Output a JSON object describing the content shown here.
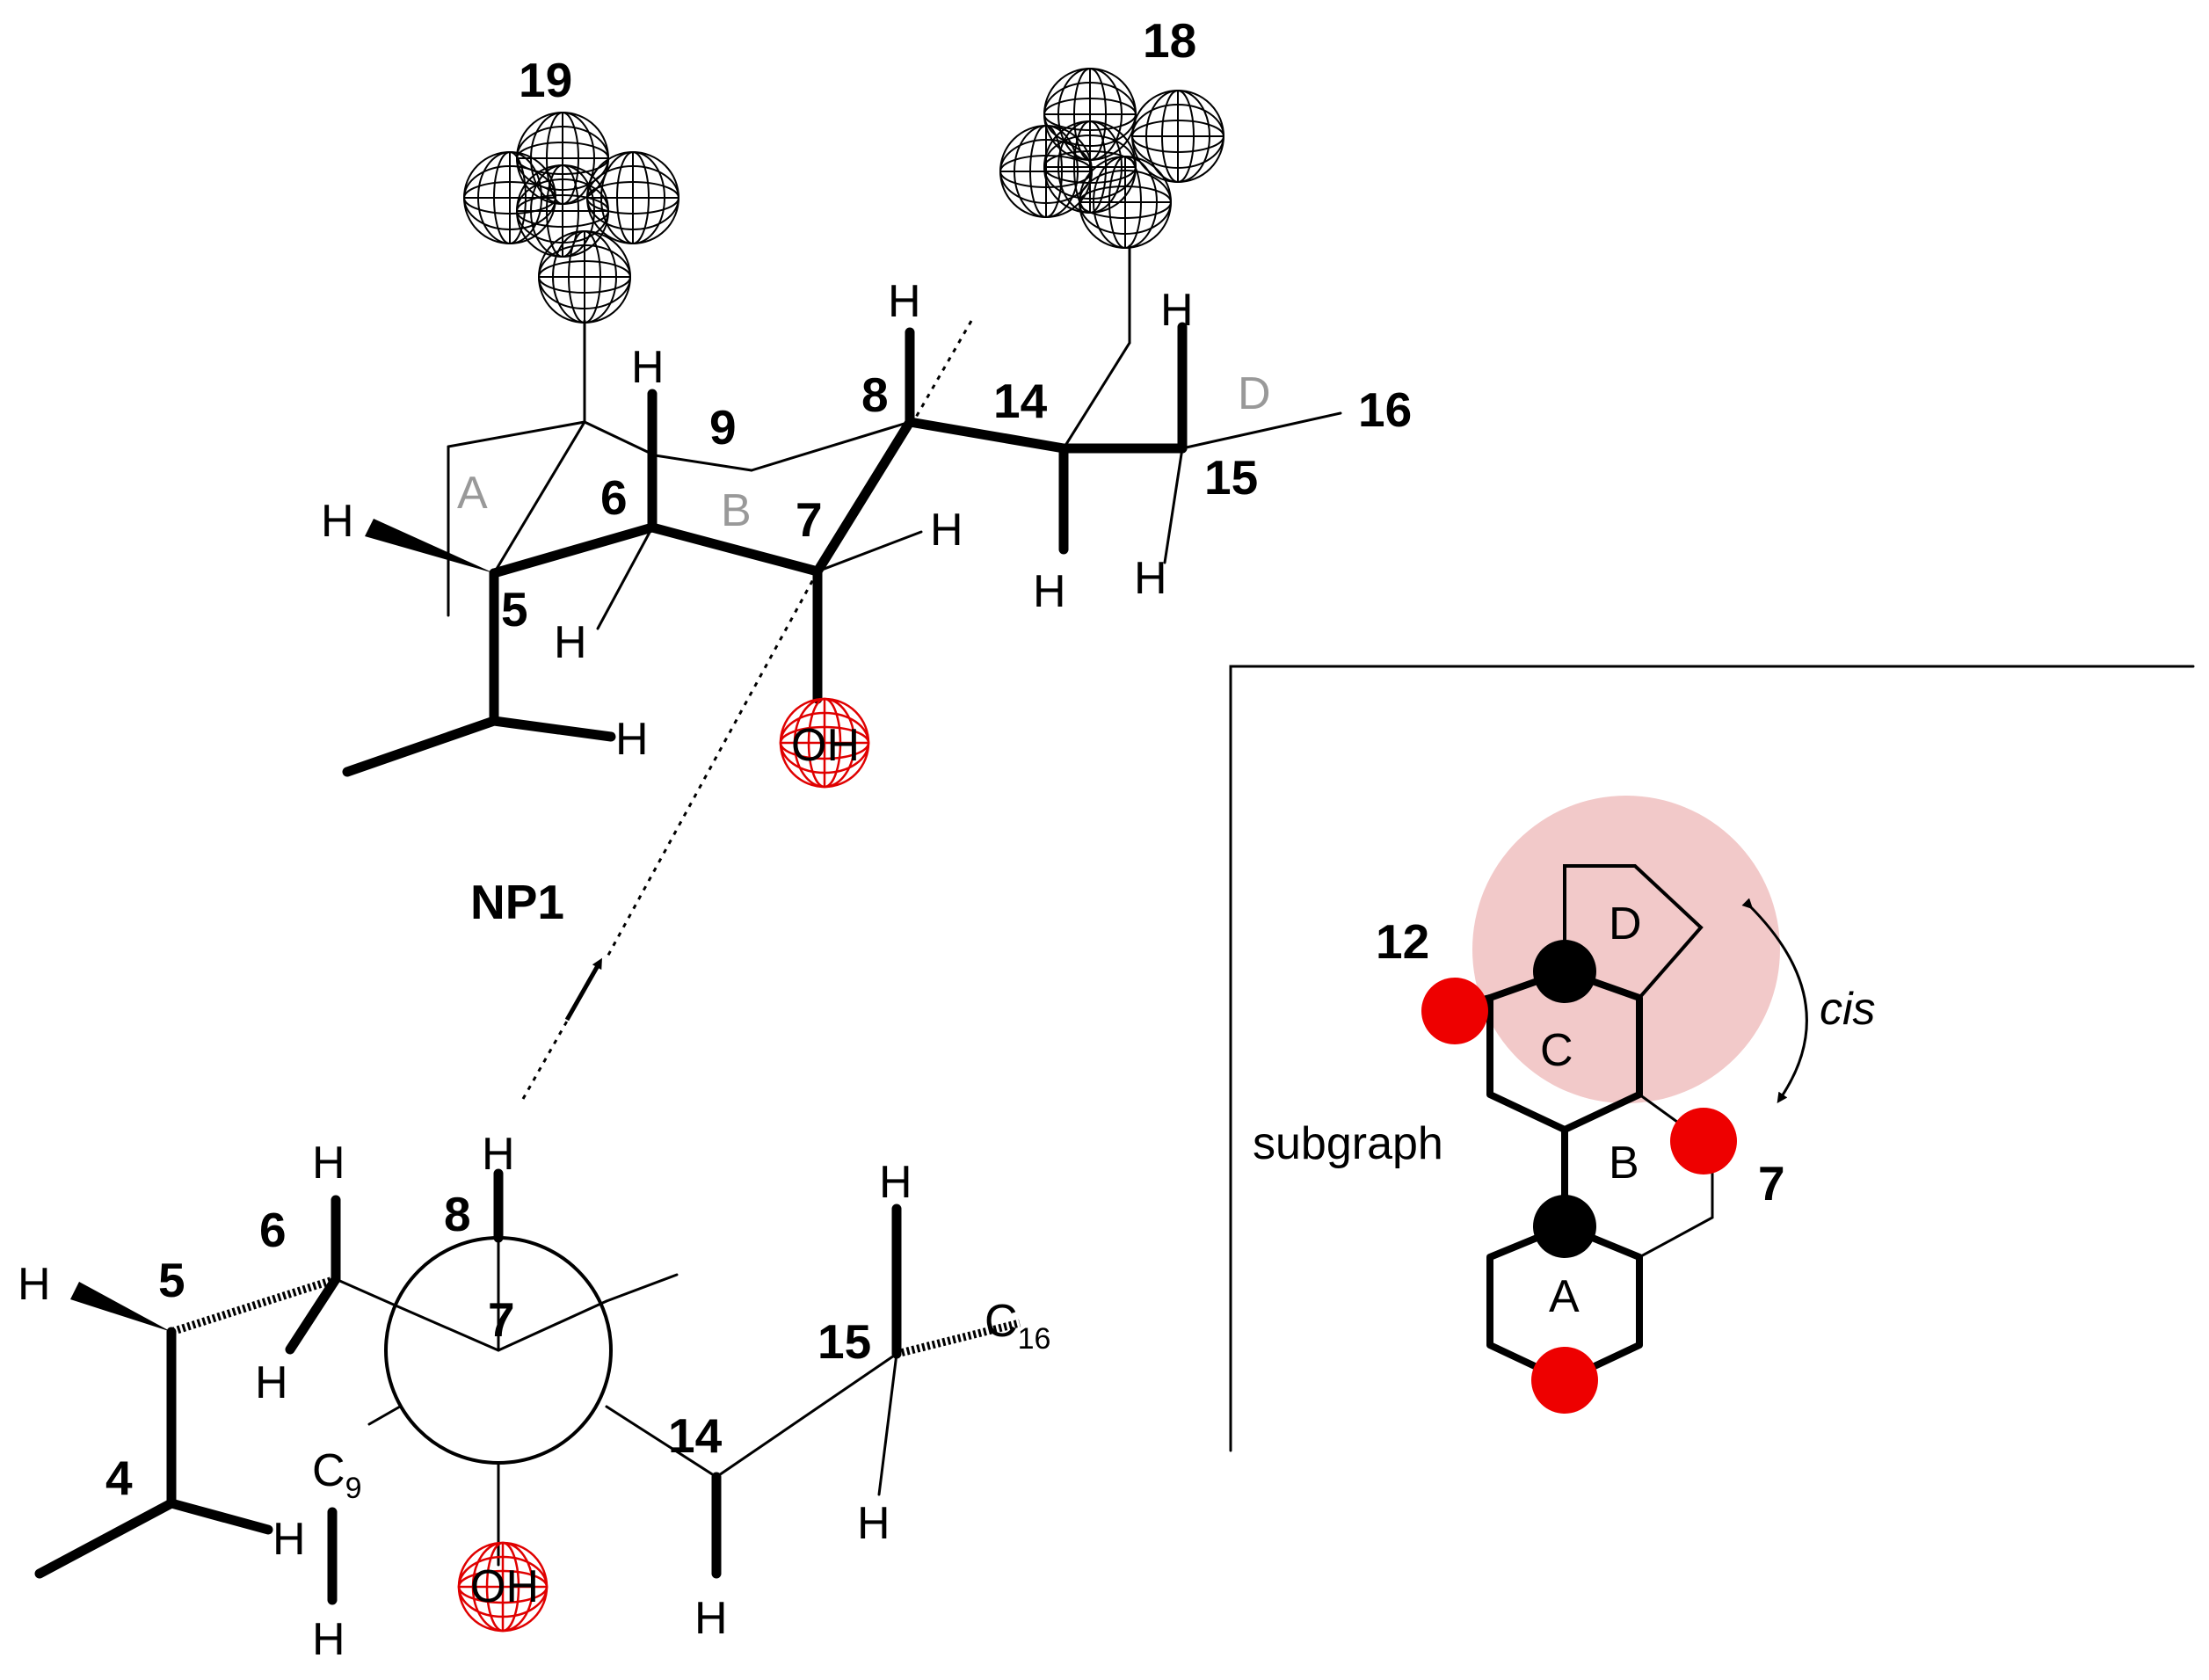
{
  "colors": {
    "ink": "#000000",
    "ring_label": "#999999",
    "oxygen": "#e00000",
    "highlight_fill": "#f2c9c9",
    "marker_red": "#ee0000",
    "marker_black": "#000000"
  },
  "conformer": {
    "label": "NP1",
    "atoms": {
      "c19": "19",
      "c18": "18",
      "c9": "9",
      "c8": "8",
      "c14": "14",
      "c16": "16",
      "c6": "6",
      "c7": "7",
      "c15": "15",
      "c5": "5"
    },
    "rings": {
      "a": "A",
      "b": "B",
      "d": "D"
    },
    "hydrogen": "H",
    "hydroxyl": "OH"
  },
  "newman": {
    "atoms": {
      "c6": "6",
      "c5": "5",
      "c8": "8",
      "c7": "7",
      "c15": "15",
      "c14": "14",
      "c4": "4"
    },
    "c_symbol": "C",
    "c9_sub": "9",
    "c16_sub": "16",
    "hydrogen": "H",
    "hydroxyl": "OH"
  },
  "inset": {
    "label_12": "12",
    "label_7": "7",
    "rings": {
      "a": "A",
      "b": "B",
      "c": "C",
      "d": "D"
    },
    "subgraph_label": "subgraph",
    "cis_label": "cis"
  }
}
